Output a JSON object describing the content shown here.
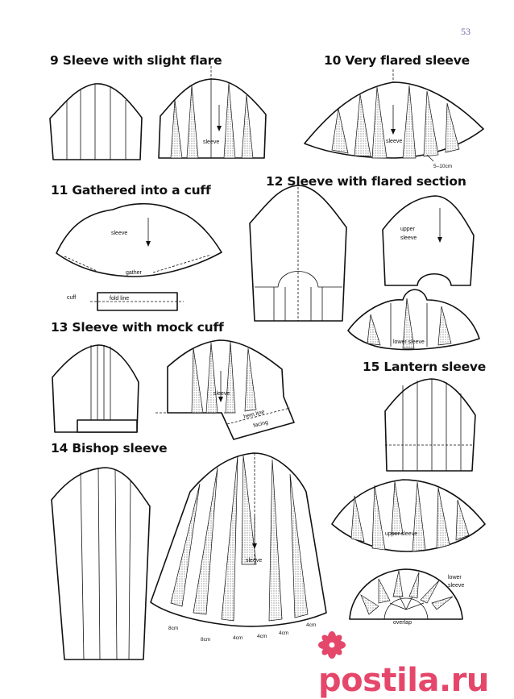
{
  "page_number": "53",
  "sections": {
    "s9": {
      "title": "9 Sleeve with slight flare",
      "labels": {
        "sleeve": "sleeve"
      }
    },
    "s10": {
      "title": "10 Very flared sleeve",
      "labels": {
        "sleeve": "sleeve",
        "measure": "5–10cm"
      }
    },
    "s11": {
      "title": "11 Gathered into a cuff",
      "labels": {
        "sleeve": "sleeve",
        "gather": "gather",
        "cuff": "cuff",
        "fold_line": "fold line"
      }
    },
    "s12": {
      "title": "12 Sleeve with flared section",
      "labels": {
        "upper": "upper",
        "sleeve": "sleeve",
        "lower_sleeve": "lower sleeve"
      }
    },
    "s13": {
      "title": "13 Sleeve with mock cuff",
      "labels": {
        "sleeve": "sleeve",
        "hem_line": "hem line",
        "facing": "facing"
      }
    },
    "s14": {
      "title": "14 Bishop sleeve",
      "labels": {
        "sleeve": "sleeve",
        "m1": "8cm",
        "m2": "8cm",
        "m3": "4cm",
        "m4": "4cm",
        "m5": "4cm",
        "m6": "4cm"
      }
    },
    "s15": {
      "title": "15 Lantern sleeve",
      "labels": {
        "upper_sleeve": "upper sleeve",
        "lower": "lower",
        "sleeve": "sleeve",
        "overlap": "overlap"
      }
    }
  },
  "watermark": {
    "text": "postila.ru",
    "color": "#e5476b"
  }
}
